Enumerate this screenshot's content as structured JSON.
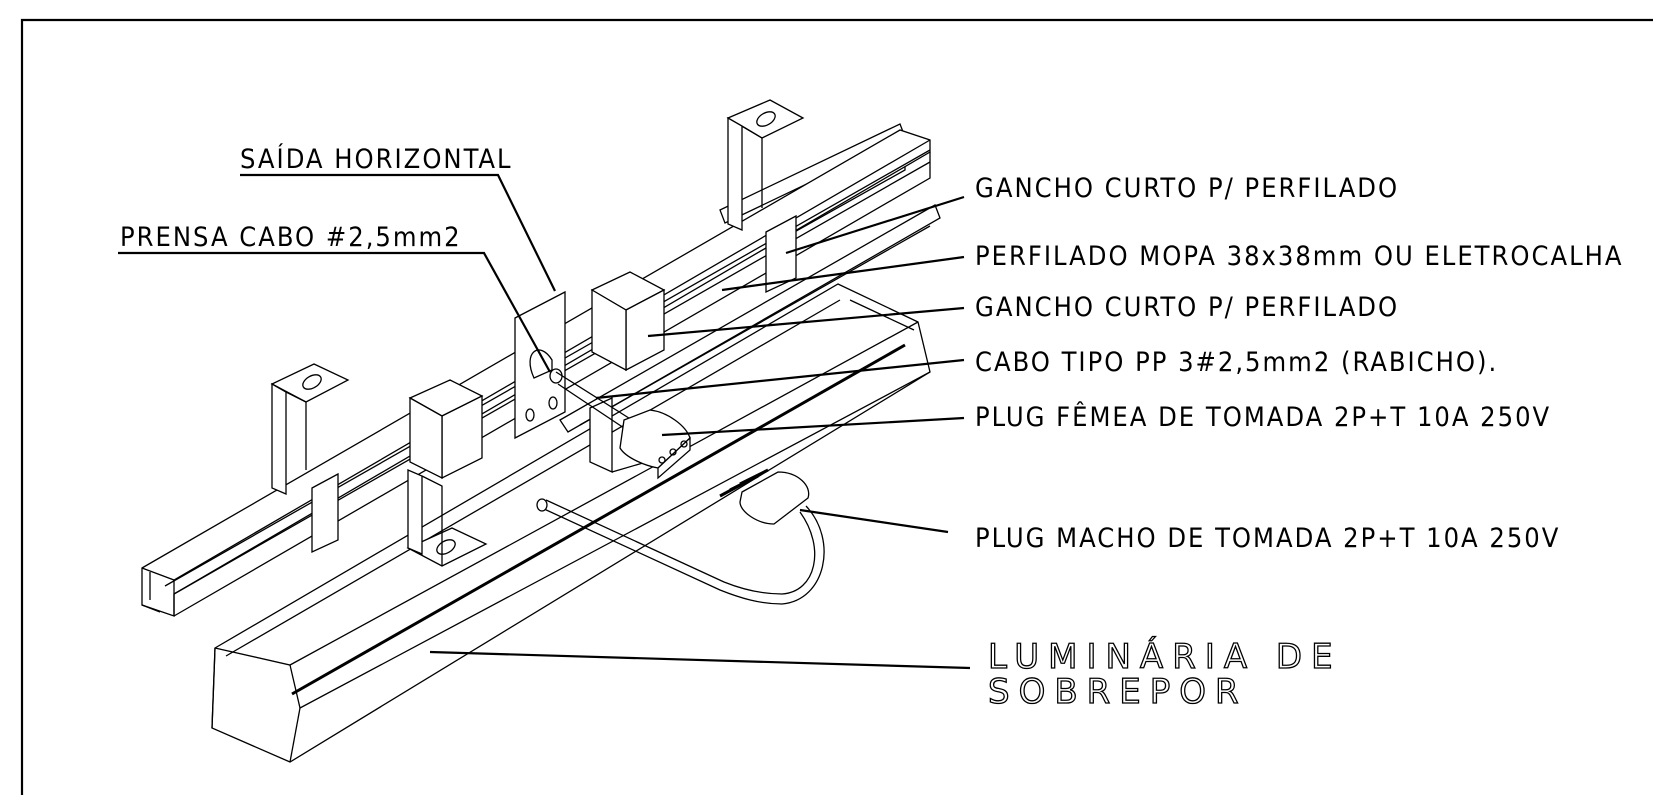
{
  "labels": {
    "saida_horizontal": "SAÍDA HORIZONTAL",
    "prensa_cabo": "PRENSA CABO #2,5mm2",
    "gancho_curto_1": "GANCHO CURTO P/ PERFILADO",
    "perfilado": "PERFILADO MOPA 38x38mm OU ELETROCALHA",
    "gancho_curto_2": "GANCHO CURTO P/ PERFILADO",
    "cabo_pp": "CABO TIPO PP 3#2,5mm2 (RABICHO).",
    "plug_femea": "PLUG FÊMEA DE TOMADA 2P+T 10A 250V",
    "plug_macho": "PLUG MACHO DE TOMADA 2P+T 10A 250V"
  },
  "title": {
    "line1": "LUMINÁRIA DE",
    "line2": "SOBREPOR"
  }
}
